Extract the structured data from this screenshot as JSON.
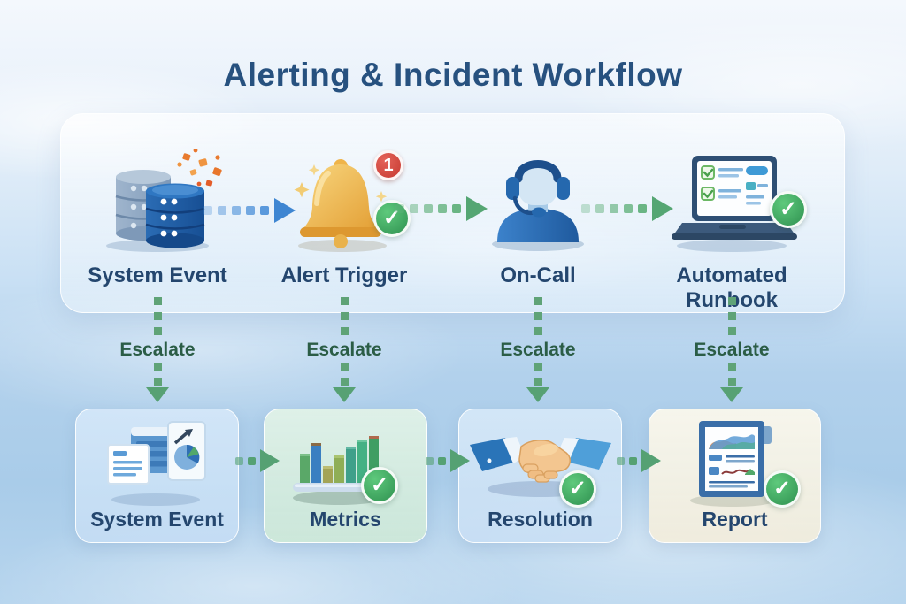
{
  "title": "Alerting & Incident Workflow",
  "colors": {
    "title_text": "#27517f",
    "stage_label_text": "#24466e",
    "escalate_text": "#2b5d46",
    "arrow_blue": "#3e86d2",
    "arrow_green": "#55a173",
    "check_green": "#2f9150",
    "badge_red": "#c63a31",
    "background_top": "#f4f8fd",
    "background_bottom": "#b7d5ee"
  },
  "top_row": {
    "stages": [
      {
        "label": "System Event",
        "icon": "database-icon"
      },
      {
        "label": "Alert Trigger",
        "icon": "bell-icon",
        "badge": "1",
        "has_check": true
      },
      {
        "label": "On-Call",
        "icon": "headset-person-icon"
      },
      {
        "label": "Automated Runbook",
        "icon": "laptop-checklist-icon",
        "has_check": true
      }
    ],
    "arrows": [
      {
        "from": "System Event",
        "to": "Alert Trigger",
        "style": "dotted-blue"
      },
      {
        "from": "Alert Trigger",
        "to": "On-Call",
        "style": "dotted-green"
      },
      {
        "from": "On-Call",
        "to": "Automated Runbook",
        "style": "dotted-green"
      }
    ]
  },
  "escalate_labels": [
    "Escalate",
    "Escalate",
    "Escalate",
    "Escalate"
  ],
  "bottom_row": {
    "cards": [
      {
        "label": "System Event",
        "icon": "documents-chart-icon",
        "tint": "blue"
      },
      {
        "label": "Metrics",
        "icon": "bar-chart-icon",
        "tint": "green",
        "has_check": true
      },
      {
        "label": "Resolution",
        "icon": "handshake-icon",
        "tint": "blue",
        "has_check": true
      },
      {
        "label": "Report",
        "icon": "report-document-icon",
        "tint": "cream",
        "has_check": true
      }
    ],
    "arrows": [
      {
        "from": "System Event",
        "to": "Metrics",
        "style": "dotted-green"
      },
      {
        "from": "Metrics",
        "to": "Resolution",
        "style": "dotted-green"
      },
      {
        "from": "Resolution",
        "to": "Report",
        "style": "dotted-green"
      }
    ]
  }
}
